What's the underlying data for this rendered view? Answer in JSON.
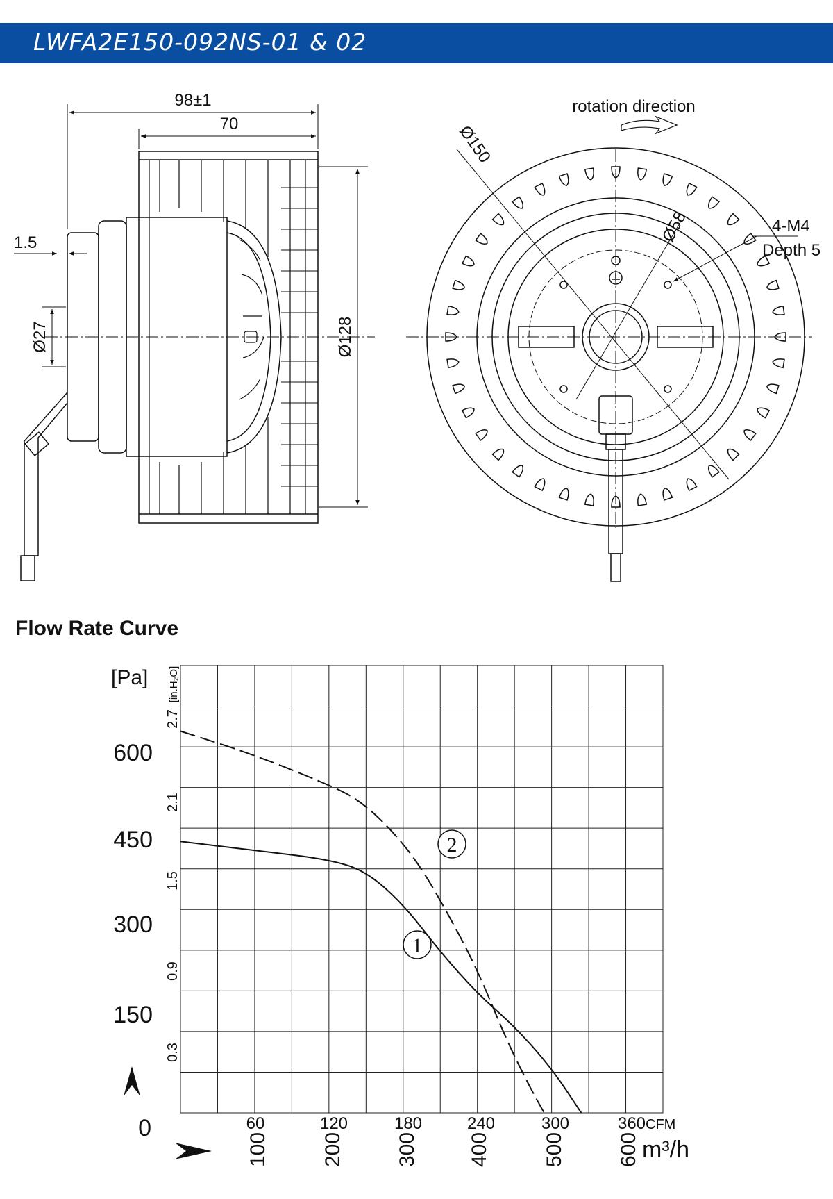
{
  "header": {
    "title": "LWFA2E150-092NS-01 & 02",
    "color": "#0a4ea2"
  },
  "drawing": {
    "side_view": {
      "dim_overall_width": "98±1",
      "dim_wheel_width": "70",
      "dim_offset": "1.5",
      "dim_shaft_dia": "Ø27",
      "dim_wheel_dia": "Ø128"
    },
    "front_view": {
      "rotation_label": "rotation direction",
      "dim_outer_dia": "Ø150",
      "dim_bolt_circle": "Ø58",
      "mount_thread": "4-M4",
      "mount_depth": "Depth 5"
    }
  },
  "section": {
    "title": "Flow Rate Curve"
  },
  "chart_data": {
    "type": "line",
    "title": "",
    "y_unit_left": "[Pa]",
    "y_unit_right": "[in.H₂O]",
    "y_ticks_pa": [
      "0",
      "150",
      "300",
      "450",
      "600"
    ],
    "y_ticks_inh2o": [
      "0.3",
      "0.9",
      "1.5",
      "2.1",
      "2.7"
    ],
    "x_ticks_cfm": [
      "60",
      "120",
      "180",
      "240",
      "300",
      "360"
    ],
    "x_unit_cfm": "CFM",
    "x_ticks_m3h": [
      "100",
      "200",
      "300",
      "400",
      "500",
      "600"
    ],
    "x_unit_m3h": "m³/h",
    "xlim_m3h": [
      0,
      650
    ],
    "ylim_pa": [
      0,
      750
    ],
    "grid": true,
    "series": [
      {
        "name": "①",
        "style": "solid",
        "x": [
          0,
          100,
          200,
          250,
          300,
          350,
          400,
          450,
          500,
          540
        ],
        "y": [
          455,
          440,
          425,
          405,
          350,
          270,
          200,
          145,
          75,
          0
        ]
      },
      {
        "name": "②",
        "style": "dashed",
        "x": [
          0,
          100,
          200,
          240,
          280,
          320,
          360,
          400,
          440,
          470,
          490
        ],
        "y": [
          640,
          600,
          550,
          525,
          480,
          420,
          335,
          240,
          120,
          45,
          0
        ]
      }
    ]
  }
}
